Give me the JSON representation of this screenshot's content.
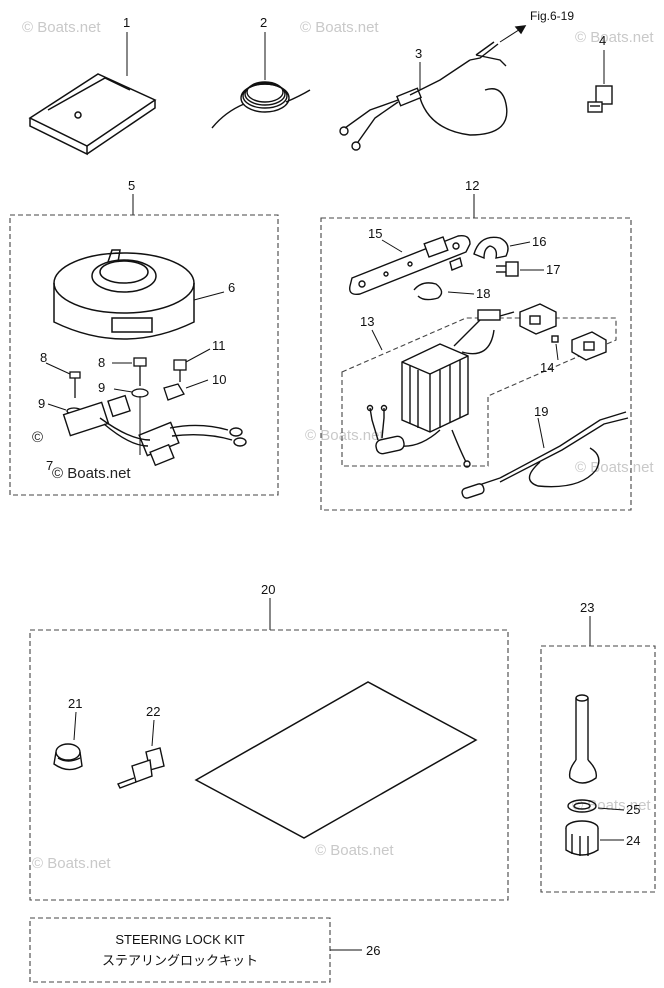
{
  "callouts": {
    "c1": "1",
    "c2": "2",
    "c3": "3",
    "c4": "4",
    "c5": "5",
    "c6": "6",
    "c7": "7",
    "c8a": "8",
    "c8b": "8",
    "c9a": "9",
    "c9b": "9",
    "c10": "10",
    "c11": "11",
    "c12": "12",
    "c13": "13",
    "c14": "14",
    "c15": "15",
    "c16": "16",
    "c17": "17",
    "c18": "18",
    "c19": "19",
    "c20": "20",
    "c21": "21",
    "c22": "22",
    "c23": "23",
    "c24": "24",
    "c25": "25",
    "c26": "26"
  },
  "cross_reference": "Fig.6-19",
  "kit_box": {
    "title_en": "STEERING LOCK KIT",
    "title_jp": "ステアリングロックキット"
  },
  "watermark": "© Boats.net"
}
